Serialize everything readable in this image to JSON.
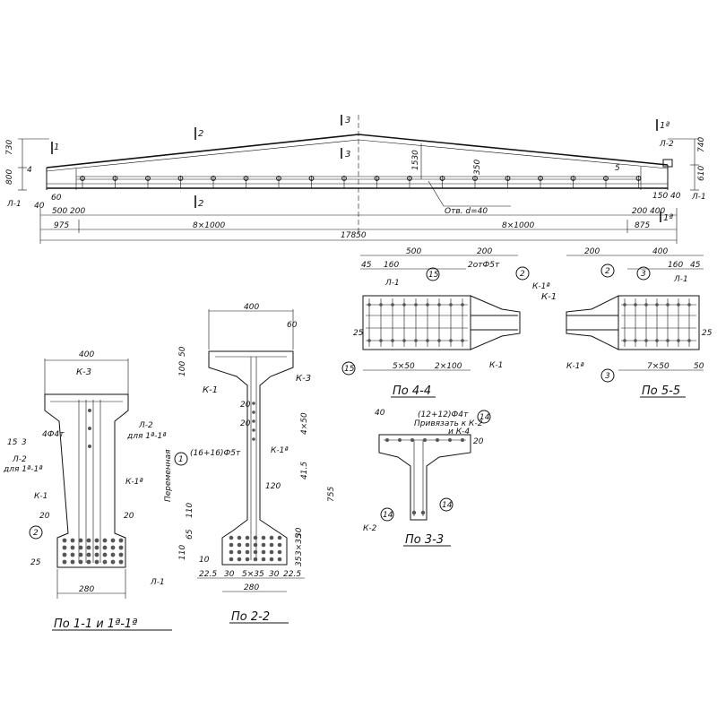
{
  "elevation": {
    "section_marks": [
      "1",
      "2",
      "3",
      "1ª"
    ],
    "left_heights": [
      "730",
      "800"
    ],
    "right_heights": [
      "740",
      "610"
    ],
    "mid_height": "1530",
    "mid_small": "350",
    "note_opening": "Отв. d=40",
    "left_labels": [
      "Л-1",
      "4",
      "60",
      "40"
    ],
    "right_labels": [
      "Л-2",
      "5",
      "Л-1",
      "150",
      "40"
    ],
    "bottom_dims_left": [
      "500",
      "200",
      "975",
      "8×1000"
    ],
    "bottom_dims_right": [
      "8×1000",
      "200",
      "400",
      "875"
    ],
    "total_length": "17850"
  },
  "section_1_1": {
    "title": "По 1-1 и 1ª-1ª",
    "width_top": "400",
    "width_bottom": "280",
    "labels": [
      "К-3",
      "15",
      "3",
      "4Ф4т",
      "Л-2",
      "для 1ª-1ª",
      "Л-2",
      "для 1ª-1ª",
      "К-1",
      "К-1ª",
      "20",
      "20",
      "2",
      "25",
      "Л-1"
    ]
  },
  "section_2_2": {
    "title": "По 2-2",
    "width_top": "400",
    "width_bottom": "280",
    "vertical_label": "Переменная",
    "dims_right": [
      "60",
      "4×50",
      "41.5",
      "755",
      "30",
      "3×35",
      "35"
    ],
    "dims_left": [
      "50",
      "100",
      "110",
      "65",
      "110",
      "10"
    ],
    "bottom_dims": [
      "22.5",
      "30",
      "5×35",
      "30",
      "22.5"
    ],
    "labels": [
      "К-1",
      "К-3",
      "20",
      "20",
      "К-1ª",
      "1",
      "(16+16)Ф5т",
      "120"
    ]
  },
  "section_4_4": {
    "title": "По 4-4",
    "top_dims": [
      "500",
      "200",
      "45",
      "160",
      "2отФ5т"
    ],
    "labels": [
      "Л-1",
      "15",
      "2",
      "К-1ª",
      "К-1",
      "15"
    ],
    "bottom_dims": [
      "5×50",
      "2×100"
    ],
    "side": "25"
  },
  "section_5_5": {
    "title": "По 5-5",
    "top_dims": [
      "200",
      "400",
      "160",
      "45"
    ],
    "labels": [
      "2",
      "3",
      "Л-1",
      "К-1",
      "К-1ª",
      "3"
    ],
    "bottom_dims": [
      "7×50",
      "50"
    ],
    "side": "25"
  },
  "section_3_3": {
    "title": "По 3-3",
    "dims": [
      "40"
    ],
    "note": "(12+12)Ф4т",
    "note2": "Привязать к К-2",
    "note3": "и К-4",
    "labels": [
      "14",
      "14",
      "14",
      "К-2",
      "20"
    ]
  }
}
